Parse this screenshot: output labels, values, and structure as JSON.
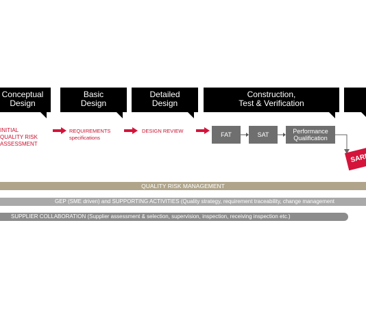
{
  "phases": [
    {
      "line1": "Conceptual",
      "line2": "Design"
    },
    {
      "line1": "Basic",
      "line2": "Design"
    },
    {
      "line1": "Detailed",
      "line2": "Design"
    },
    {
      "line1": "Construction,",
      "line2": "Test & Verification"
    }
  ],
  "red_labels": {
    "initial_line1": "INITIAL",
    "initial_line2": "QUALITY RISK",
    "initial_line3": "ASSESSMENT",
    "requirements_line1": "REQUIREMENTS",
    "requirements_line2": "specifications",
    "design_review": "DESIGN REVIEW"
  },
  "steps": {
    "fat": "FAT",
    "sat": "SAT",
    "pq_line1": "Performance",
    "pq_line2": "Qualification"
  },
  "badge": "SARR",
  "bands": {
    "qrm": "QUALITY RISK MANAGEMENT",
    "gep": "GEP (SME driven) and SUPPORTING ACTIVITIES (Quality strategy, requirement traceability, change management",
    "supplier": "SUPPLIER COLLABORATION (Supplier assessment & selection, supervision, inspection, receiving inspection etc.)"
  },
  "colors": {
    "accent_red": "#c8102e",
    "qrm_band": "#b0a58a",
    "gep_band": "#a9a9a9",
    "supplier_band": "#8c8c8c",
    "step_box": "#6f6f6f"
  }
}
